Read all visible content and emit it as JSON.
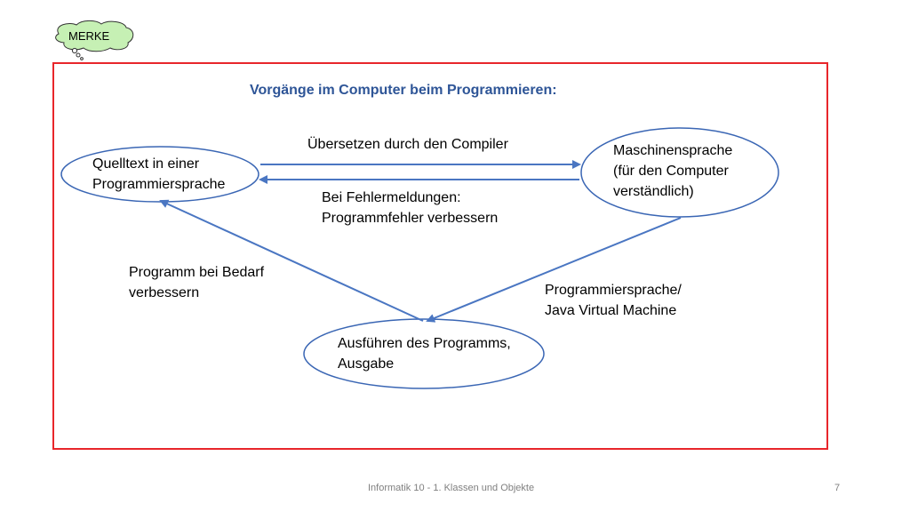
{
  "merke_label": "MERKE",
  "title": "Vorgänge im Computer beim Programmieren:",
  "nodes": {
    "source_code": "Quelltext in einer\nProgrammiersprache",
    "machine_language": "Maschinensprache\n(für den Computer\nverständlich)",
    "execution": "Ausführen des Programms,\nAusgabe"
  },
  "edges": {
    "compile": "Übersetzen durch den Compiler",
    "errors": "Bei Fehlermeldungen:\nProgrammfehler verbessern",
    "improve": "Programm bei Bedarf\n verbessern",
    "jvm": "Programmiersprache/\nJava Virtual Machine"
  },
  "footer": {
    "text": "Informatik 10 - 1. Klassen und Objekte",
    "page_number": "7"
  },
  "colors": {
    "frame": "#e8262b",
    "ellipse_stroke": "#3a66b4",
    "arrow": "#4a76c2",
    "title": "#2e5597",
    "cloud_fill": "#c6f0b4"
  }
}
